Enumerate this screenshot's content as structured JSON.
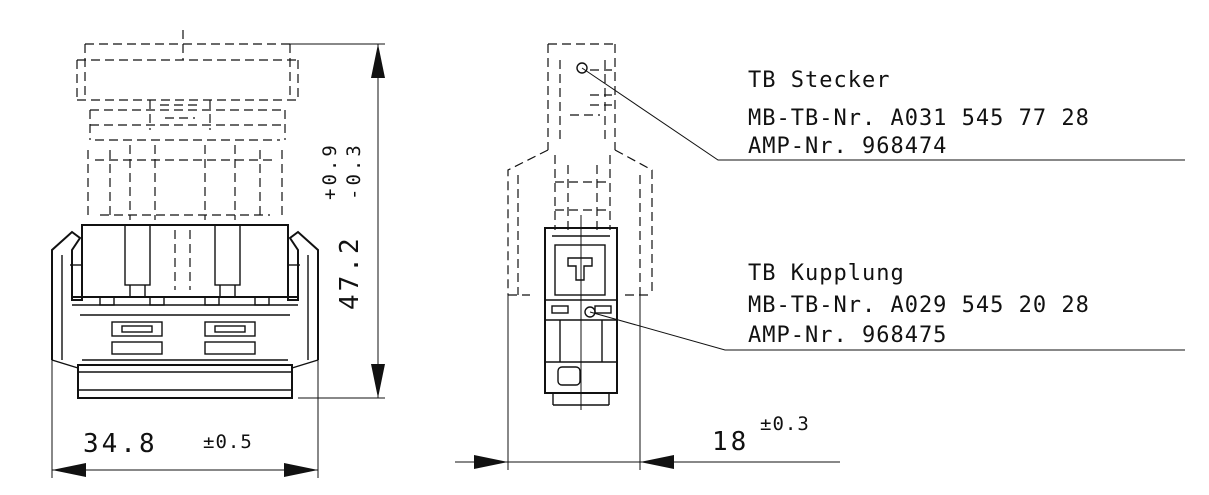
{
  "stecker": {
    "title": "TB Stecker",
    "mb_nr": "MB-TB-Nr. A031 545 77 28",
    "amp_nr": "AMP-Nr. 968474"
  },
  "kupplung": {
    "title": "TB Kupplung",
    "mb_nr": "MB-TB-Nr. A029 545 20 28",
    "amp_nr": "AMP-Nr. 968475"
  },
  "dimensions": {
    "height": {
      "value": "47.2",
      "tol_plus": "+0.9",
      "tol_minus": "-0.3"
    },
    "width": {
      "value": "34.8",
      "tol": "±0.5"
    },
    "depth": {
      "value": "18",
      "tol": "±0.3"
    }
  }
}
